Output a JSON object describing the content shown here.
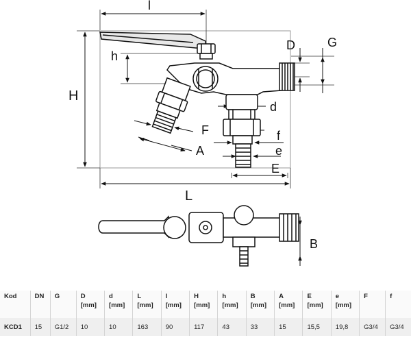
{
  "drawing": {
    "dimension_labels": {
      "l": "l",
      "h": "h",
      "H": "H",
      "D": "D",
      "G": "G",
      "d": "d",
      "F": "F",
      "f": "f",
      "A": "A",
      "e": "e",
      "E": "E",
      "L": "L",
      "B": "B"
    }
  },
  "table": {
    "columns": [
      {
        "name": "Kod",
        "unit": ""
      },
      {
        "name": "DN",
        "unit": ""
      },
      {
        "name": "G",
        "unit": ""
      },
      {
        "name": "D",
        "unit": "[mm]"
      },
      {
        "name": "d",
        "unit": "[mm]"
      },
      {
        "name": "L",
        "unit": "[mm]"
      },
      {
        "name": "l",
        "unit": "[mm]"
      },
      {
        "name": "H",
        "unit": "[mm]"
      },
      {
        "name": "h",
        "unit": "[mm]"
      },
      {
        "name": "B",
        "unit": "[mm]"
      },
      {
        "name": "A",
        "unit": "[mm]"
      },
      {
        "name": "E",
        "unit": "[mm]"
      },
      {
        "name": "e",
        "unit": "[mm]"
      },
      {
        "name": "F",
        "unit": ""
      },
      {
        "name": "f",
        "unit": ""
      }
    ],
    "rows": [
      [
        "KCD1",
        "15",
        "G1/2",
        "10",
        "10",
        "163",
        "90",
        "117",
        "43",
        "33",
        "15",
        "15,5",
        "19,8",
        "G3/4",
        "G3/4"
      ]
    ]
  }
}
